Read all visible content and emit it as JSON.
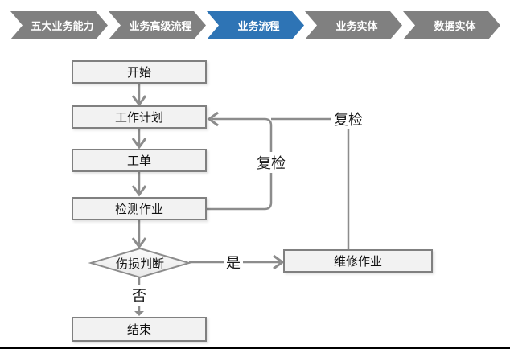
{
  "nav": {
    "items": [
      {
        "label": "五大业务能力",
        "active": false
      },
      {
        "label": "业务高级流程",
        "active": false
      },
      {
        "label": "业务流程",
        "active": true
      },
      {
        "label": "业务实体",
        "active": false
      },
      {
        "label": "数据实体",
        "active": false
      }
    ],
    "active_color": "#2E74B5",
    "inactive_color": "#808080",
    "text_color": "#FFFFFF"
  },
  "flowchart": {
    "nodes": [
      {
        "id": "start",
        "label": "开始",
        "shape": "rect"
      },
      {
        "id": "work-plan",
        "label": "工作计划",
        "shape": "rect"
      },
      {
        "id": "work-order",
        "label": "工单",
        "shape": "rect"
      },
      {
        "id": "inspection-job",
        "label": "检测作业",
        "shape": "rect"
      },
      {
        "id": "damage-decision",
        "label": "伤损判断",
        "shape": "diamond"
      },
      {
        "id": "end",
        "label": "结束",
        "shape": "rect"
      },
      {
        "id": "repair-job",
        "label": "维修作业",
        "shape": "rect"
      }
    ],
    "edges": [
      {
        "from": "start",
        "to": "work-plan",
        "label": ""
      },
      {
        "from": "work-plan",
        "to": "work-order",
        "label": ""
      },
      {
        "from": "work-order",
        "to": "inspection-job",
        "label": ""
      },
      {
        "from": "inspection-job",
        "to": "damage-decision",
        "label": ""
      },
      {
        "from": "damage-decision",
        "to": "repair-job",
        "label": "是"
      },
      {
        "from": "damage-decision",
        "to": "end",
        "label": "否"
      },
      {
        "from": "inspection-job",
        "to": "work-plan",
        "label": "复检"
      },
      {
        "from": "repair-job",
        "to": "work-plan",
        "label": "复检"
      }
    ],
    "edge_labels": {
      "recheck_inner": "复检",
      "recheck_outer": "复检",
      "yes": "是",
      "no": "否"
    },
    "colors": {
      "node_fill": "#F2F2F2",
      "node_border": "#808080",
      "connector": "#8C8C8C",
      "text": "#111111",
      "page_border": "#000000"
    }
  }
}
